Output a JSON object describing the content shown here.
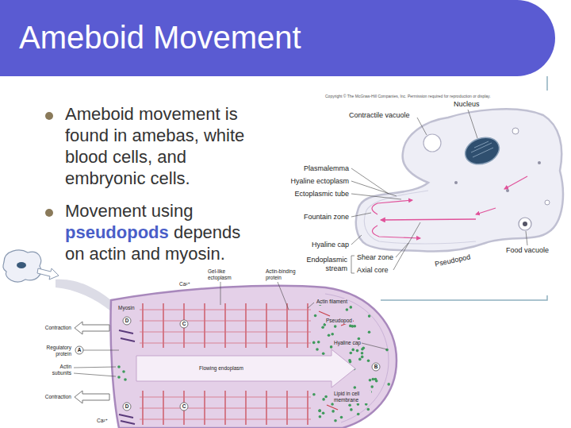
{
  "diagram": {
    "title": "Ameboid Movement",
    "labels": [
      "Ameboid movement is found in amebas, white blood cells, and embryonic cells.",
      "Movement using",
      "pseudopods",
      "depends on actin and myosin.",
      "Copyright © The McGraw-Hill Companies, Inc. Permission required for reproduction or display.",
      "Nucleus",
      "Contractile vacuole",
      "Plasmalemma",
      "Hyaline ectoplasm",
      "Ectoplasmic tube",
      "Fountain zone",
      "Hyaline cap",
      "Pseudopod",
      "Food vacuole",
      "Endoplasmic stream",
      "Shear zone",
      "Axial core",
      "Ca²⁺",
      "Gel-like ectoplasm",
      "Actin-binding protein",
      "Actin filament",
      "Pseudopod",
      "Hyaline cap",
      "Lipid in cell membrane",
      "Myosin",
      "Contraction",
      "Regulatory protein",
      "Actin subunits",
      "Contraction",
      "Flowing endoplasm",
      "Ca²⁺",
      "A",
      "B",
      "C",
      "C",
      "D",
      "D"
    ]
  }
}
